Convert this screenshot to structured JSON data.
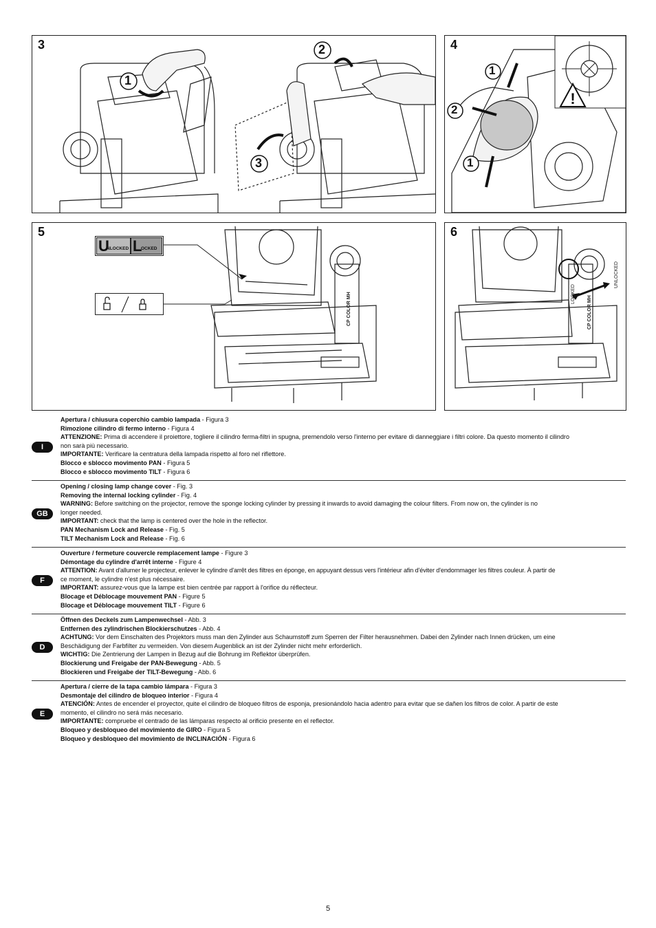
{
  "figures": {
    "f3": {
      "num": "3",
      "callouts": [
        "1",
        "2",
        "3"
      ]
    },
    "f4": {
      "num": "4",
      "callouts": [
        "1",
        "2",
        "1"
      ]
    },
    "f5": {
      "num": "5",
      "unlocked_initial": "U",
      "unlocked_rest": "NLOCKED",
      "locked_initial": "L",
      "locked_rest": "OCKED"
    },
    "f6": {
      "num": "6",
      "locked_label": "LOCKED",
      "unlocked_label": "UNLOCKED",
      "model_label": "CP COLOR MH"
    }
  },
  "sections": [
    {
      "code": "I",
      "lines": [
        {
          "b": "Apertura / chiusura coperchio cambio lampada",
          "t": " - Figura 3"
        },
        {
          "b": "Rimozione cilindro di fermo interno",
          "t": " - Figura 4"
        },
        {
          "b": "ATTENZIONE:",
          "t": " Prima di accendere il proiettore, togliere il cilindro ferma-filtri in spugna, premendolo verso l'interno per evitare di danneggiare i filtri colore. Da questo momento il cilindro",
          "wrap": "non sarà più necessario."
        },
        {
          "b": "IMPORTANTE:",
          "t": " Verificare la centratura della lampada rispetto al foro nel riflettore."
        },
        {
          "b": "Blocco e sblocco movimento PAN",
          "t": " - Figura 5"
        },
        {
          "b": "Blocco e sblocco movimento TILT",
          "t": " - Figura 6"
        }
      ]
    },
    {
      "code": "GB",
      "lines": [
        {
          "b": "Opening / closing lamp change cover",
          "t": " - Fig. 3"
        },
        {
          "b": "Removing the internal locking cylinder",
          "t": " - Fig. 4"
        },
        {
          "b": "WARNING:",
          "t": " Before switching on the projector, remove the sponge locking cylinder by pressing it inwards to avoid damaging the colour filters. From now on, the cylinder is no",
          "wrap": "longer needed."
        },
        {
          "b": "IMPORTANT:",
          "t": " check that the lamp is centered over the hole in the reflector."
        },
        {
          "b": "PAN Mechanism Lock and Release",
          "t": " - Fig. 5"
        },
        {
          "b": "TILT Mechanism Lock and Release",
          "t": " - Fig. 6"
        }
      ]
    },
    {
      "code": "F",
      "lines": [
        {
          "b": "Ouverture / fermeture couvercle remplacement lampe",
          "t": " - Figure 3"
        },
        {
          "b": "Démontage du cylindre d'arrêt interne",
          "t": " - Figure 4"
        },
        {
          "b": "ATTENTION:",
          "t": " Avant d'allumer le projecteur, enlever le cylindre d'arrêt des filtres en éponge, en appuyant dessus vers l'intérieur afin d'éviter d'endommager les filtres couleur. À partir de",
          "wrap": "ce moment, le cylindre n'est plus nécessaire."
        },
        {
          "b": "IMPORTANT:",
          "t": " assurez-vous que la lampe est bien centrée par rapport à l'orifice du réflecteur."
        },
        {
          "b": "Blocage et Déblocage mouvement PAN",
          "t": " - Figure 5"
        },
        {
          "b": "Blocage et Déblocage mouvement TILT",
          "t": " - Figure 6"
        }
      ]
    },
    {
      "code": "D",
      "lines": [
        {
          "b": "Öffnen des Deckels zum Lampenwechsel",
          "t": " - Abb. 3"
        },
        {
          "b": "Entfernen des zylindrischen Blockierschutzes",
          "t": " - Abb. 4"
        },
        {
          "b": "ACHTUNG:",
          "t": " Vor dem Einschalten des Projektors muss man den Zylinder aus Schaumstoff zum Sperren der Filter herausnehmen. Dabei den Zylinder nach Innen drücken, um eine",
          "wrap": "Beschädigung der Farbfilter zu vermeiden. Von diesem Augenblick an ist der Zylinder nicht mehr erforderlich."
        },
        {
          "b": "WICHTIG:",
          "t": " Die Zentrierung der Lampen in Bezug auf die Bohrung im Reflektor überprüfen."
        },
        {
          "b": "Blockierung und Freigabe der PAN-Bewegung",
          "t": " - Abb. 5"
        },
        {
          "b": "Blockieren und Freigabe der TILT-Bewegung",
          "t": " - Abb. 6"
        }
      ]
    },
    {
      "code": "E",
      "lines": [
        {
          "b": "Apertura / cierre de la tapa cambio lámpara",
          "t": " - Figura 3"
        },
        {
          "b": "Desmontaje del cilindro de bloqueo interior",
          "t": " - Figura 4"
        },
        {
          "b": "ATENCIÓN:",
          "t": " Antes de encender el proyector, quite el cilindro de bloqueo filtros de esponja, presionándolo hacia adentro para evitar que se dañen los filtros de color. A partir de este",
          "wrap": "momento, el cilindro no será más necesario."
        },
        {
          "b": "IMPORTANTE:",
          "t": " compruebe el centrado de las lámparas respecto al orificio presente en el reflector."
        },
        {
          "b": "Bloqueo y desbloqueo del movimiento de GIRO",
          "t": " - Figura 5"
        },
        {
          "b": "Bloqueo y desbloqueo del movimiento de INCLINACIÓN",
          "t": " - Figura 6"
        }
      ]
    }
  ],
  "page_number": "5"
}
